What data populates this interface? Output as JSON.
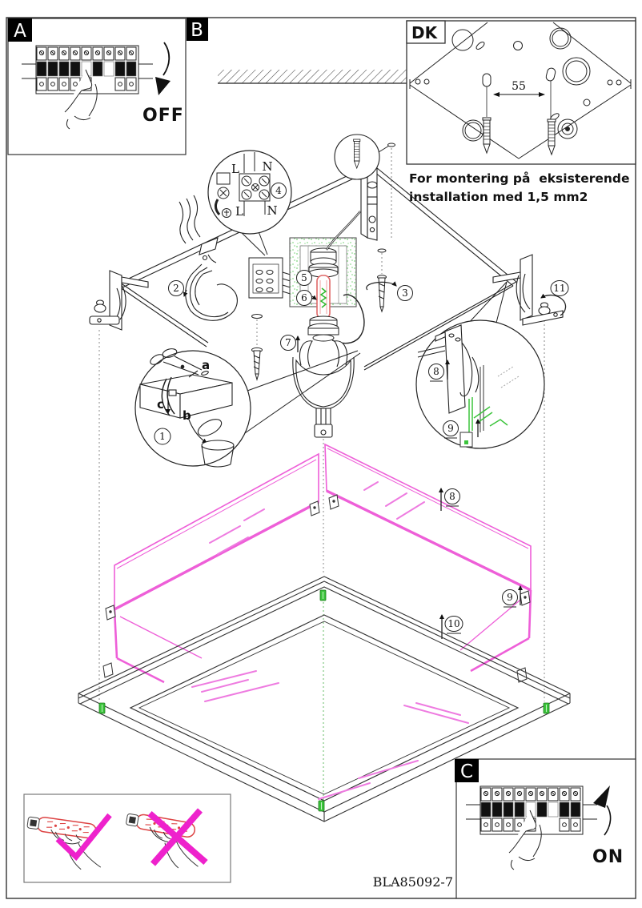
{
  "page": {
    "footer_code": "BLA85092-7"
  },
  "panel_a": {
    "label": "A",
    "action": "OFF"
  },
  "panel_b": {
    "label": "B"
  },
  "panel_dk": {
    "label": "DK",
    "dimension": "55",
    "note_line1": "For montering på  eksisterende",
    "note_line2": "installation med 1,5 mm2"
  },
  "panel_c": {
    "label": "C",
    "action": "ON"
  },
  "steps": {
    "s1": "1",
    "s2": "2",
    "s3": "3",
    "s4": "4",
    "s5": "5",
    "s6": "6",
    "s7": "7",
    "s8": "8",
    "s9": "9",
    "s10": "10",
    "s11": "11"
  },
  "wiring": {
    "live": "L",
    "neutral": "N"
  },
  "detail_labels": {
    "a": "a",
    "b": "b",
    "c": "c"
  },
  "colors": {
    "glass_outline": "#ee5fd8",
    "mark_magenta": "#ee22cc",
    "clip_green": "#3cc43c",
    "tube_red": "#dd4444",
    "line": "#222222"
  }
}
